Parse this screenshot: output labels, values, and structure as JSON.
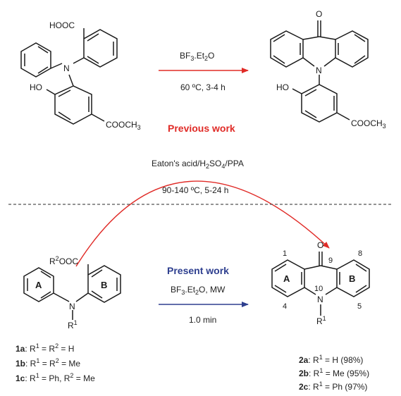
{
  "previous": {
    "reagent": "BF3.Et2O",
    "conditions": "60 ºC, 3-4 h",
    "title": "Previous work"
  },
  "classical": {
    "reagent": "Eaton's acid/H2SO4/PPA",
    "conditions": "90-140 ºC, 5-24 h"
  },
  "present": {
    "title": "Present work",
    "reagent": "BF3.Et2O, MW",
    "conditions": "1.0 min"
  },
  "atoms": {
    "cooh": "HOOC",
    "ho": "HO",
    "cooch3": "COOCH3",
    "n": "N",
    "o": "O",
    "r2ooc": "R2OOC",
    "r1": "R1"
  },
  "ring_labels": {
    "a": "A",
    "b": "B"
  },
  "numbering": {
    "n1": "1",
    "n9": "9",
    "n8": "8",
    "n10": "10",
    "n4": "4",
    "n5": "5"
  },
  "starting_materials": [
    {
      "id": "1a",
      "desc": "R1 = R2 = H"
    },
    {
      "id": "1b",
      "desc": "R1 = R2 = Me"
    },
    {
      "id": "1c",
      "desc": "R1 = Ph, R2 = Me"
    }
  ],
  "products": [
    {
      "id": "2a",
      "desc": "R1 = H (98%)"
    },
    {
      "id": "2b",
      "desc": "R1 = Me (95%)"
    },
    {
      "id": "2c",
      "desc": "R1 = Ph (97%)"
    }
  ],
  "colors": {
    "previous": "#e02b27",
    "present": "#2e3f8f",
    "ink": "#1a1a1a",
    "divider": "#555555"
  }
}
